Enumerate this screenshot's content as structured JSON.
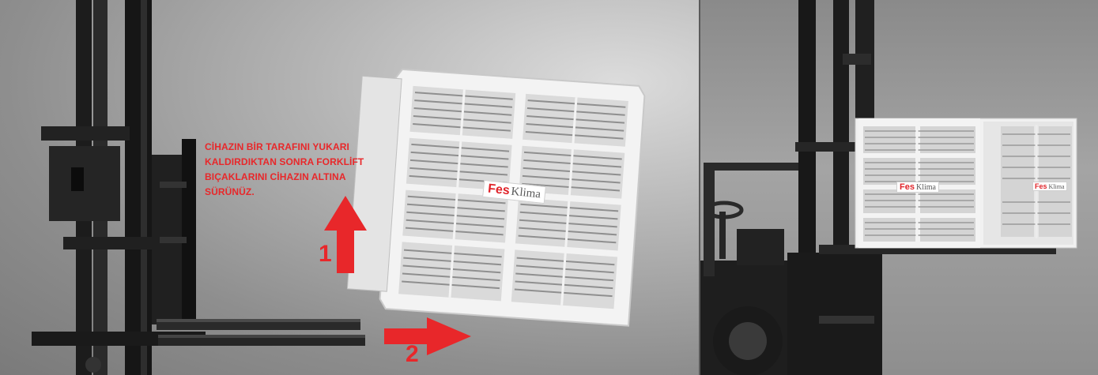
{
  "instruction_text": "CİHAZIN BİR TARAFINI YUKARI KALDIRDIKTAN SONRA FORKLİFT BIÇAKLARINI CİHAZIN ALTINA SÜRÜNÜZ.",
  "steps": [
    {
      "label": "1",
      "direction": "arrow-up-icon"
    },
    {
      "label": "2",
      "direction": "arrow-right-icon"
    }
  ],
  "brand": {
    "fes": "Fes",
    "klima": "Klima"
  },
  "colors": {
    "accent": "#e8272a",
    "unit_body": "#f2f2f2",
    "forklift": "#1e1e1e"
  }
}
